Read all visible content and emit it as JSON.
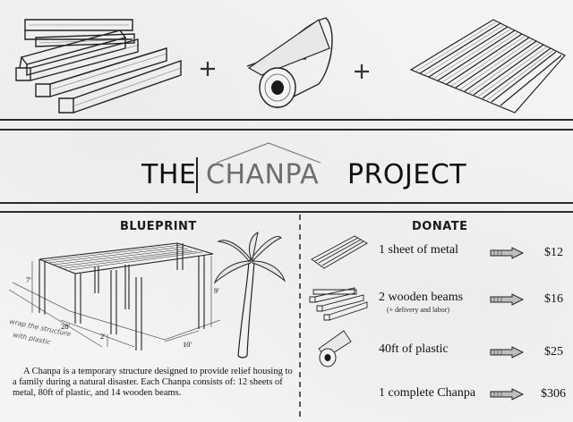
{
  "title": {
    "the": "THE",
    "chanpa": "CHANPA",
    "project": "PROJECT"
  },
  "top_row": {
    "item_icons": [
      "wood-beams-icon",
      "plastic-roll-icon",
      "metal-sheet-icon"
    ],
    "joiner_icon": "nail-plus-icon"
  },
  "blueprint": {
    "heading": "BLUEPRINT",
    "dimensions": {
      "height_left": "7'",
      "length": "28'",
      "post_gap": "2'",
      "width": "10'",
      "height_right": "9'"
    },
    "note_line1": "wrap the structure",
    "note_line2": "with plastic",
    "description": "A Chanpa is a temporary structure designed to provide relief housing to a family during a natural disaster.  Each Chanpa consists of: 12 sheets of metal, 80ft of plastic, and 14 wooden beams."
  },
  "donate": {
    "heading": "DONATE",
    "items": [
      {
        "icon": "metal-sheet-icon",
        "label": "1 sheet of metal",
        "sublabel": "",
        "price": "$12"
      },
      {
        "icon": "wood-beams-icon",
        "label": "2 wooden beams",
        "sublabel": "(+ delivery and labor)",
        "price": "$16"
      },
      {
        "icon": "plastic-roll-icon",
        "label": "40ft of plastic",
        "sublabel": "",
        "price": "$25"
      },
      {
        "icon": "chanpa-icon",
        "label": "1 complete Chanpa",
        "sublabel": "",
        "price": "$306"
      }
    ],
    "arrow_icon": "pencil-arrow-icon"
  },
  "colors": {
    "ink": "#1a1a1a",
    "muted": "#6e6e6e",
    "paper": "#f4f4f2"
  }
}
